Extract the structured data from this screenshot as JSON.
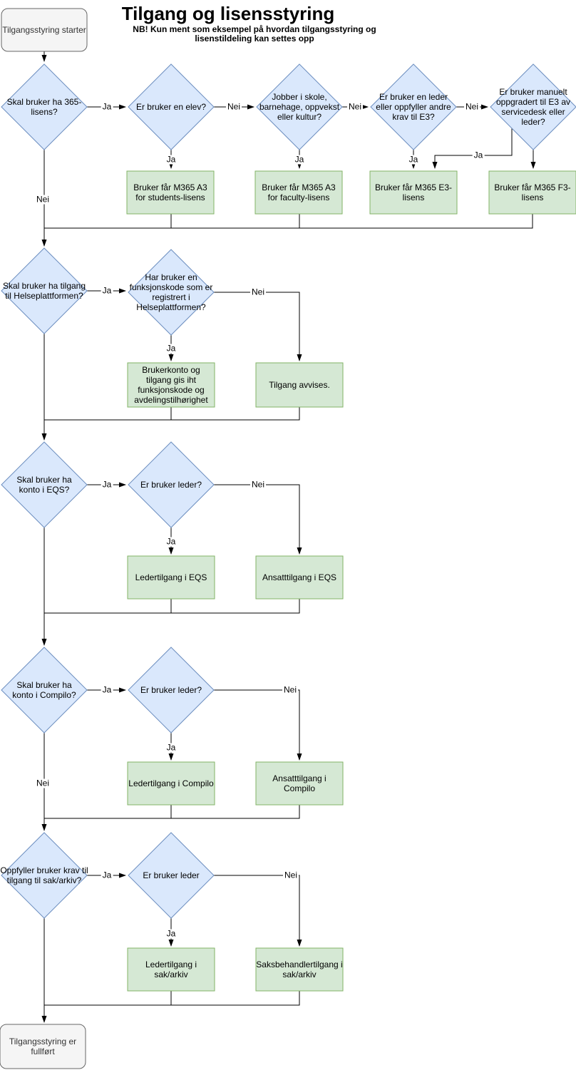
{
  "title": "Tilgang og lisensstyring",
  "subtitle_line1": "NB! Kun ment som eksempel på hvordan tilgangsstyring og",
  "subtitle_line2": "lisenstildeling kan settes opp",
  "edge_labels": {
    "yes": "Ja",
    "no": "Nei"
  },
  "colors": {
    "decision_fill": "#dae8fc",
    "decision_stroke": "#6c8ebf",
    "process_fill": "#d5e8d4",
    "process_stroke": "#82b366",
    "terminator_fill": "#f5f5f5",
    "terminator_stroke": "#666666",
    "edge": "#000000"
  },
  "nodes": {
    "start": "Tilgangsstyring starter",
    "d365": "Skal bruker ha 365-lisens?",
    "elev": "Er bruker en elev?",
    "skole": "Jobber i skole, barnehage, oppvekst eller kultur?",
    "lederE3": "Er bruker en leder eller oppfyller andre krav til E3?",
    "manuellE3": "Er bruker manuelt oppgradert til E3 av servicedesk eller leder?",
    "a3students": "Bruker får M365 A3 for students-lisens",
    "a3faculty": "Bruker får M365 A3 for faculty-lisens",
    "e3": "Bruker får M365 E3-lisens",
    "f3": "Bruker får M365 F3-lisens",
    "helse": "Skal bruker ha tilgang til Helseplattformen?",
    "funksjonskode": "Har bruker en funksjonskode som er registrert i Helseplattformen?",
    "brukerkonto": "Brukerkonto og tilgang gis iht funksjonskode og avdelingstilhørighet",
    "avvises": "Tilgang avvises.",
    "eqs": "Skal bruker ha konto i EQS?",
    "eqsLeder": "Er bruker leder?",
    "lederEqs": "Ledertilgang i EQS",
    "ansattEqs": "Ansatttilgang i EQS",
    "compilo": "Skal bruker ha konto i Compilo?",
    "compiloLeder": "Er bruker leder?",
    "lederCompilo": "Ledertilgang i Compilo",
    "ansattCompilo": "Ansatttilgang i Compilo",
    "sak": "Oppfyller bruker krav til tilgang til sak/arkiv?",
    "sakLeder": "Er bruker leder",
    "lederSak": "Ledertilgang i sak/arkiv",
    "saksbehandler": "Saksbehandlertilgang i sak/arkiv",
    "end": "Tilgangsstyring er fullført"
  }
}
